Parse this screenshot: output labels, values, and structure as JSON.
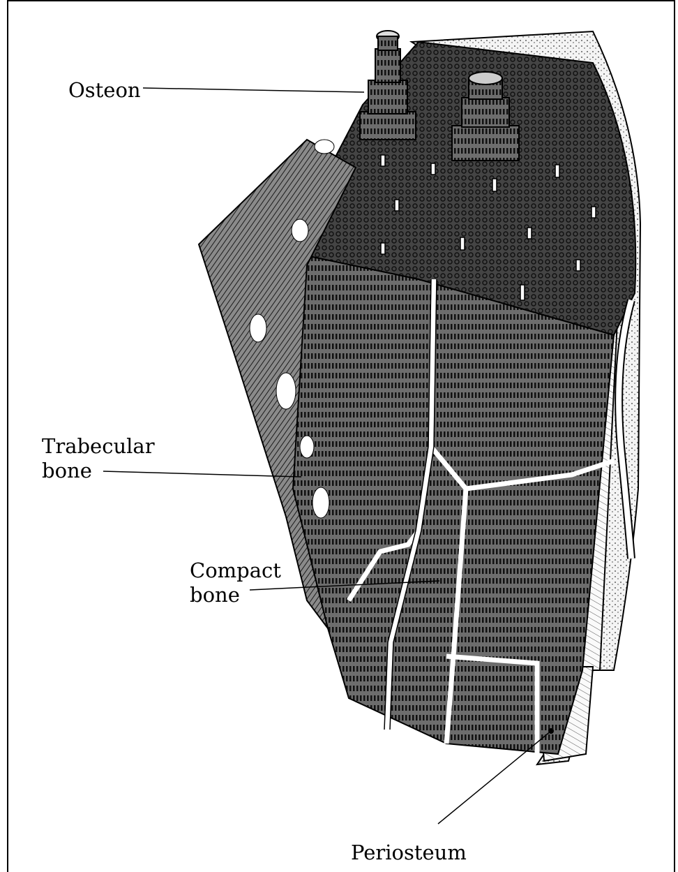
{
  "labels": {
    "osteon": "Osteon",
    "trabecular_bone": "Trabecular\nbone",
    "compact_bone": "Compact\nbone",
    "periosteum": "Periosteum"
  }
}
